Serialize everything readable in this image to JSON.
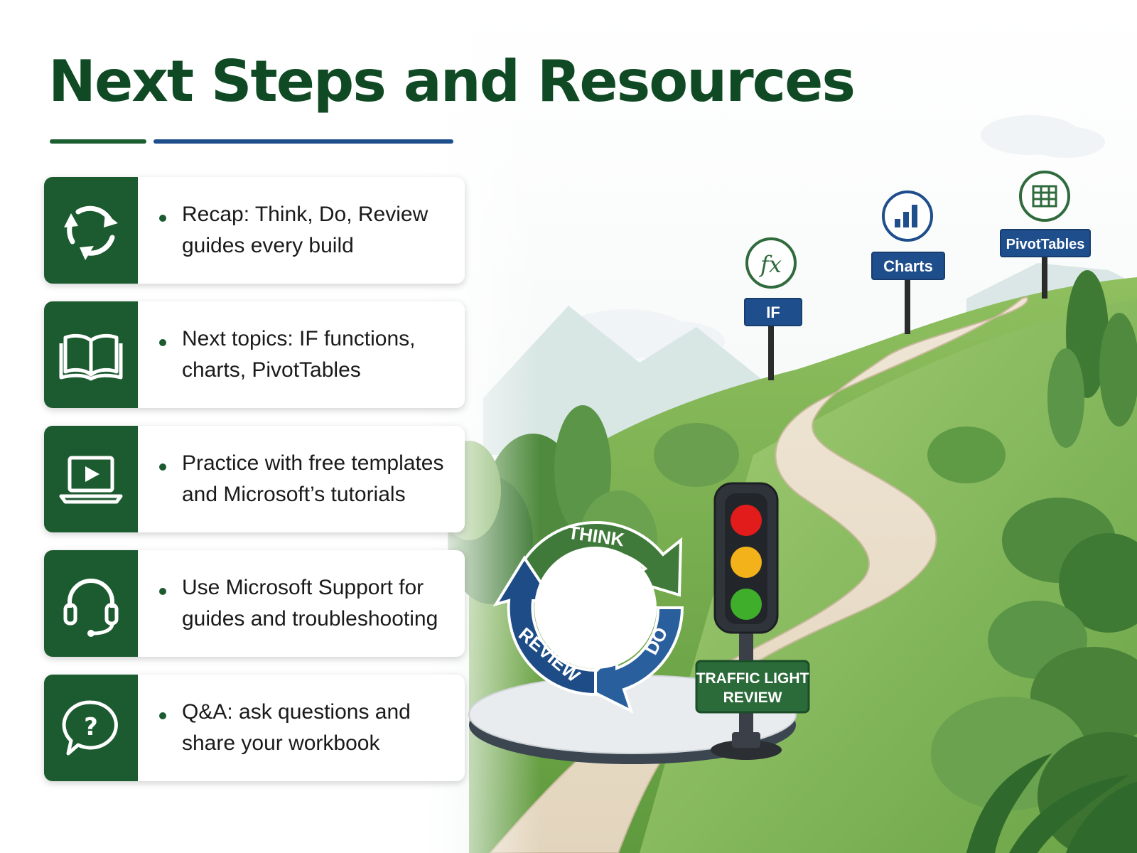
{
  "title": "Next Steps and Resources",
  "accent_colors": {
    "green": "#1c5b30",
    "blue": "#1f4e8c",
    "title": "#0f4a24"
  },
  "cards": [
    {
      "icon": "refresh-cycle-icon",
      "text": "Recap: Think, Do, Review\nguides every build"
    },
    {
      "icon": "open-book-icon",
      "text": "Next topics: IF functions,\ncharts, PivotTables"
    },
    {
      "icon": "video-laptop-icon",
      "text": "Practice with free templates\nand Microsoft’s tutorials"
    },
    {
      "icon": "headset-icon",
      "text": "Use Microsoft Support for\nguides and troubleshooting"
    },
    {
      "icon": "question-bubble-icon",
      "text": "Q&A: ask questions and\nshare your workbook"
    }
  ],
  "signposts": [
    {
      "label": "IF",
      "icon": "fx-icon"
    },
    {
      "label": "Charts",
      "icon": "bar-chart-icon"
    },
    {
      "label": "PivotTables",
      "icon": "table-grid-icon"
    }
  ],
  "cycle": {
    "think": "THINK",
    "do": "DO",
    "review": "REVIEW"
  },
  "traffic_light": {
    "line1": "TRAFFIC LIGHT",
    "line2": "REVIEW"
  }
}
